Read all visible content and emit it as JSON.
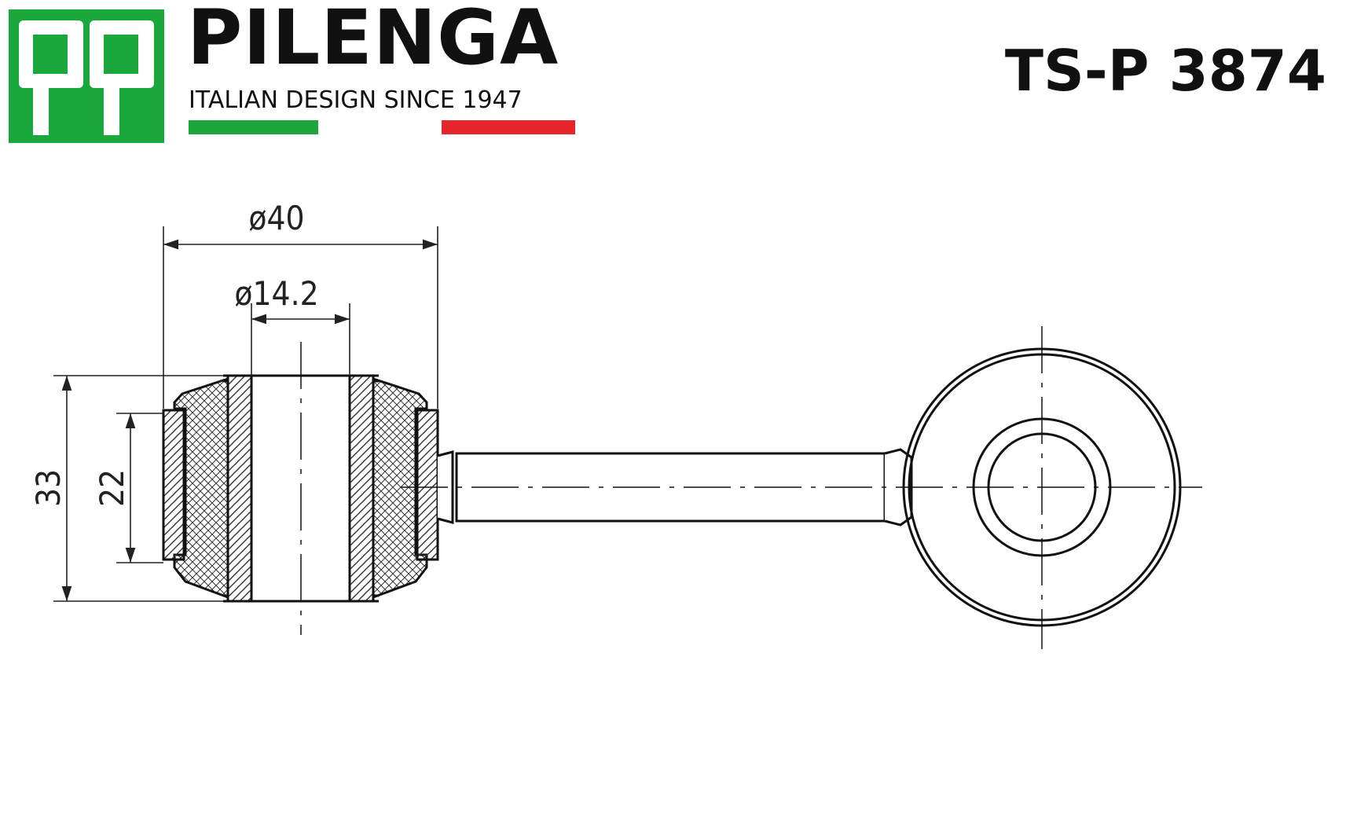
{
  "brand": {
    "name": "PILENGA",
    "tagline": "ITALIAN DESIGN SINCE 1947",
    "logo_mark": "pp-monogram",
    "colors": {
      "green": "#1aa83c",
      "red": "#e5252a",
      "text": "#111111"
    }
  },
  "part_number": "TS-P 3874",
  "drawing": {
    "dimensions": {
      "outer_diameter": "ø40",
      "bore_diameter": "ø14.2",
      "height": "33",
      "inner_height": "22"
    }
  }
}
